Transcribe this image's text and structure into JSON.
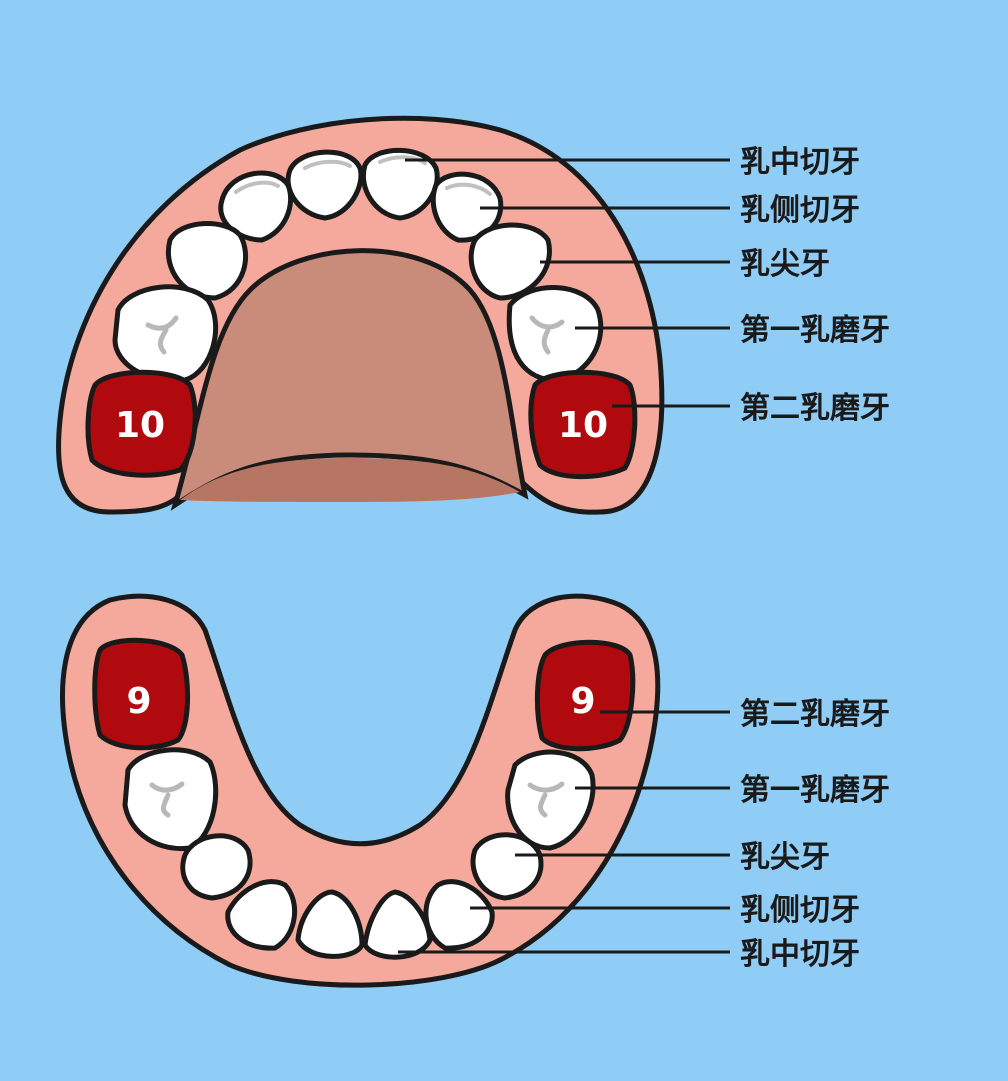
{
  "upper_jaw": {
    "left_molar_age": "10",
    "right_molar_age": "10",
    "labels": [
      "乳中切牙",
      "乳侧切牙",
      "乳尖牙",
      "第一乳磨牙",
      "第二乳磨牙"
    ]
  },
  "lower_jaw": {
    "left_molar_age": "9",
    "right_molar_age": "9",
    "labels": [
      "第二乳磨牙",
      "第一乳磨牙",
      "乳尖牙",
      "乳侧切牙",
      "乳中切牙"
    ]
  },
  "colors": {
    "background": "#8fcdf7",
    "gum": "#f4a99c",
    "palate": "#c98c7a",
    "highlight_tooth": "#b00a0f"
  }
}
